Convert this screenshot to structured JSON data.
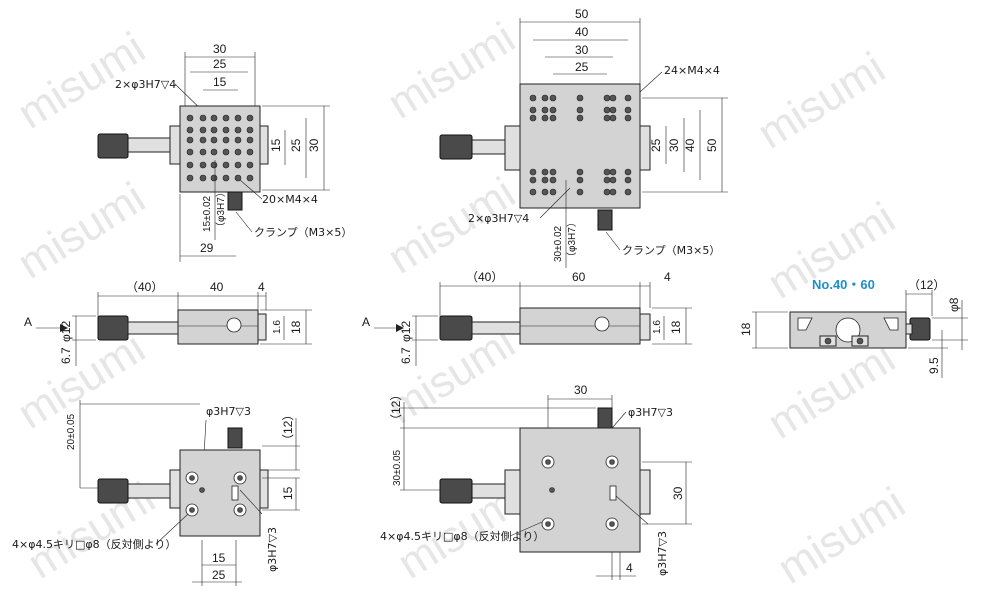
{
  "watermark": "misumi",
  "variant_label": "No.40・60",
  "top_left": {
    "dims_top": [
      "30",
      "25",
      "15"
    ],
    "dims_right": [
      "15",
      "25",
      "30"
    ],
    "callout_pin": "2×φ3H7▽4",
    "callout_tap": "20×M4×4",
    "callout_clamp": "クランプ（M3×5）",
    "dim_offset": "15±0.02",
    "dim_offset_sub": "（φ3H7）",
    "dim_bottom": "29"
  },
  "top_right": {
    "dims_top": [
      "50",
      "40",
      "30",
      "25"
    ],
    "dims_right": [
      "25",
      "30",
      "40",
      "50"
    ],
    "callout_tap": "24×M4×4",
    "callout_pin": "2×φ3H7▽4",
    "callout_clamp": "クランプ（M3×5）",
    "dim_offset": "30±0.02",
    "dim_offset_sub": "（φ3H7）"
  },
  "mid_left": {
    "dims_top": [
      "（40）",
      "40",
      "4"
    ],
    "dims_left": [
      "φ12",
      "6.7"
    ],
    "dims_right": [
      "1.6",
      "18"
    ],
    "arrow_label": "A"
  },
  "mid_center": {
    "dims_top": [
      "（40）",
      "60",
      "4"
    ],
    "dims_left": [
      "φ12",
      "6.7"
    ],
    "dims_right": [
      "1.6",
      "18"
    ],
    "arrow_label": "A"
  },
  "mid_right": {
    "dim_top": "（12）",
    "dim_left": "18",
    "dim_right_top": "φ8",
    "dim_right_bottom": "9.5"
  },
  "bottom_left": {
    "callout_pin": "φ3H7▽3",
    "dim_left": "20±0.05",
    "dims_right": [
      "（12）",
      "15"
    ],
    "dim_pin_right": "φ3H7▽3",
    "callout_holes": "4×φ4.5キリ□φ8（反対側より）",
    "dims_bottom": [
      "15",
      "25"
    ]
  },
  "bottom_right": {
    "dim_top": "30",
    "callout_pin": "φ3H7▽3",
    "dim_left_top": "（12）",
    "dim_left": "30±0.05",
    "dim_right": "30",
    "dim_pin_right": "φ3H7▽3",
    "callout_holes": "4×φ4.5キリ□φ8（反対側より）",
    "dim_bottom": "4"
  }
}
